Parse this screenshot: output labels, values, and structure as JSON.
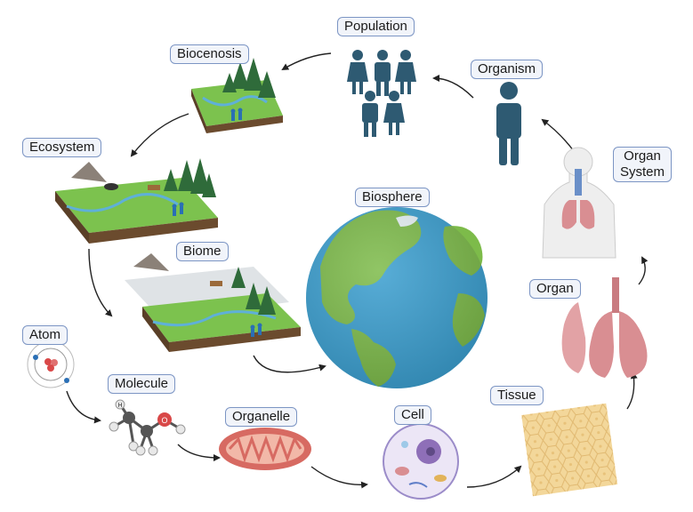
{
  "labels": {
    "population": "Population",
    "biocenosis": "Biocenosis",
    "organism": "Organism",
    "ecosystem": "Ecosystem",
    "organ_system_line1": "Organ",
    "organ_system_line2": "System",
    "biosphere": "Biosphere",
    "biome": "Biome",
    "organ": "Organ",
    "atom": "Atom",
    "molecule": "Molecule",
    "organelle": "Organelle",
    "cell": "Cell",
    "tissue": "Tissue"
  },
  "molecule_atoms": {
    "hydrogen": "H",
    "oxygen": "O"
  },
  "colors": {
    "label_border": "#7c95c4",
    "label_fill": "#f1f4fa",
    "people": "#2e5a72",
    "ocean": "#3b9fd0",
    "land": "#7dbb4a",
    "grass": "#7cc24e",
    "soil": "#6b4b2e",
    "organ_pink": "#d98e92",
    "mitochondria": "#d76a62",
    "tissue": "#f3d79a"
  }
}
